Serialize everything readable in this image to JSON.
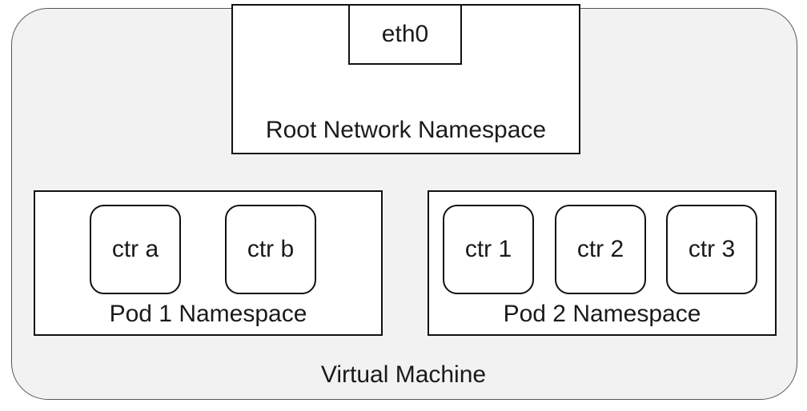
{
  "diagram": {
    "vm_label": "Virtual Machine",
    "root_namespace": {
      "label": "Root Network Namespace",
      "interface": "eth0"
    },
    "pods": [
      {
        "label": "Pod 1 Namespace",
        "containers": [
          "ctr a",
          "ctr b"
        ]
      },
      {
        "label": "Pod 2 Namespace",
        "containers": [
          "ctr 1",
          "ctr 2",
          "ctr 3"
        ]
      }
    ]
  }
}
